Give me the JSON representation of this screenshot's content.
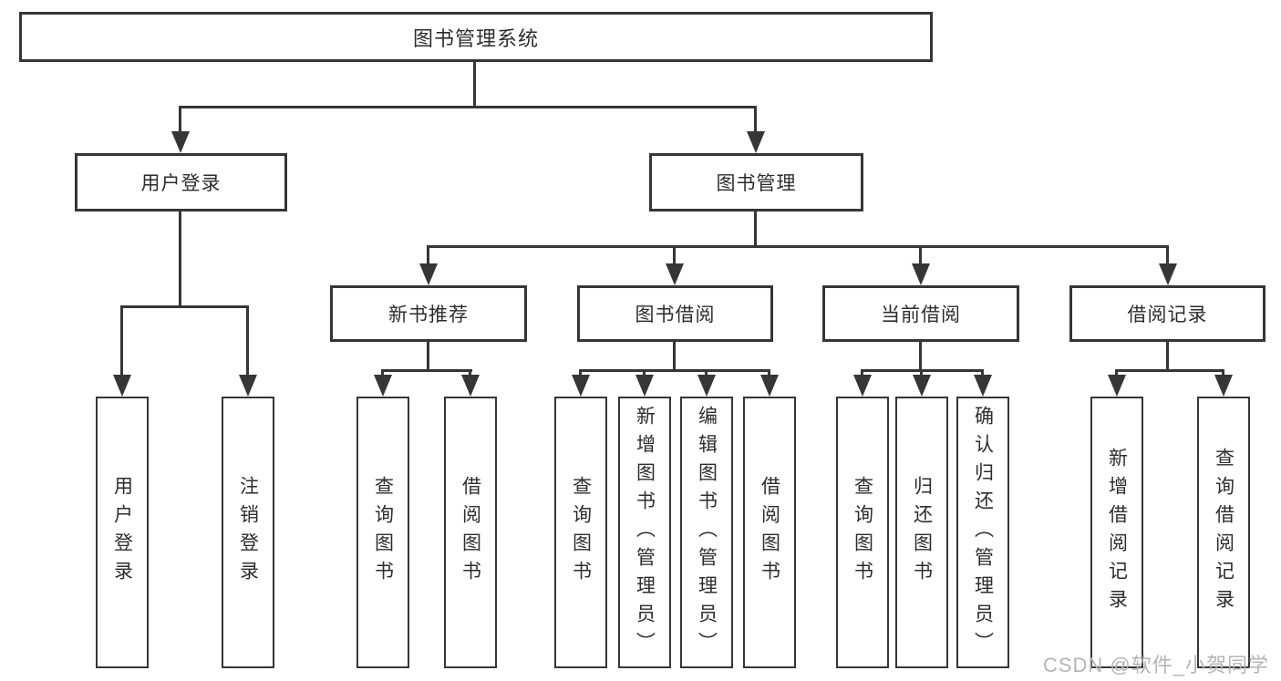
{
  "diagram_type": "hierarchy-tree",
  "colors": {
    "line": "#363636",
    "text": "#2d2d2d",
    "background": "#ffffff",
    "watermark": "#b5b5b5"
  },
  "watermark": {
    "text": "CSDN @软件_小贺同学"
  },
  "tree": {
    "label": "图书管理系统",
    "children": [
      {
        "label": "用户登录",
        "children": [
          {
            "label": "用户登录"
          },
          {
            "label": "注销登录"
          }
        ]
      },
      {
        "label": "图书管理",
        "children": [
          {
            "label": "新书推荐",
            "children": [
              {
                "label": "查询图书"
              },
              {
                "label": "借阅图书"
              }
            ]
          },
          {
            "label": "图书借阅",
            "children": [
              {
                "label": "查询图书"
              },
              {
                "label": "新增图书（管理员）"
              },
              {
                "label": "编辑图书（管理员）"
              },
              {
                "label": "借阅图书"
              }
            ]
          },
          {
            "label": "当前借阅",
            "children": [
              {
                "label": "查询图书"
              },
              {
                "label": "归还图书"
              },
              {
                "label": "确认归还（管理员）"
              }
            ]
          },
          {
            "label": "借阅记录",
            "children": [
              {
                "label": "新增借阅记录"
              },
              {
                "label": "查询借阅记录"
              }
            ]
          }
        ]
      }
    ]
  }
}
